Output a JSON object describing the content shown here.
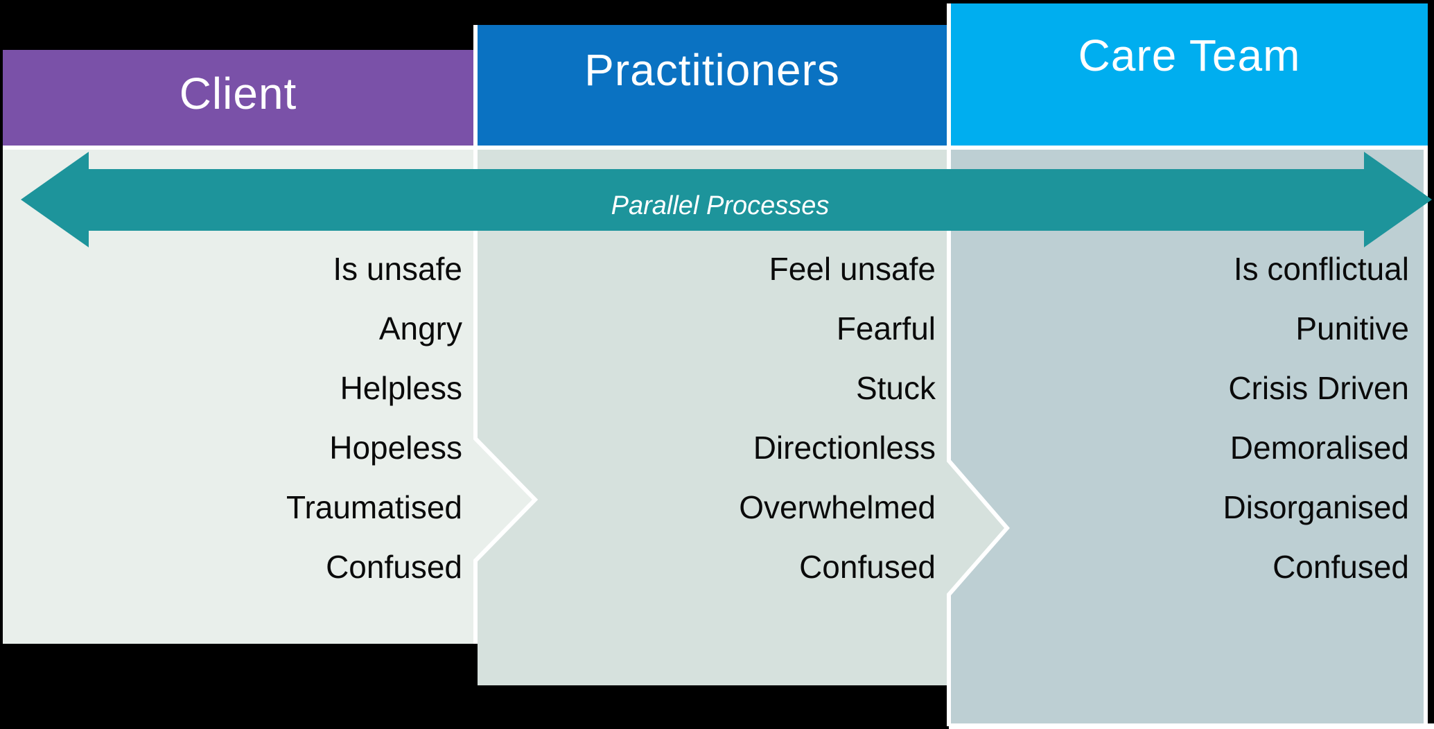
{
  "slide": {
    "background_color": "#000000",
    "outline_color": "#FFFFFF",
    "text_color": "#0A0A0A",
    "arrow": {
      "label": "Parallel Processes",
      "color": "#1D949B",
      "label_color": "#FFFFFF"
    },
    "columns": [
      {
        "title": "Client",
        "header_color": "#7A51A8",
        "header_text_color": "#FFFFFF",
        "panel_color": "#E9EFEB",
        "items": [
          "Is unsafe",
          "Angry",
          "Helpless",
          "Hopeless",
          "Traumatised",
          "Confused"
        ]
      },
      {
        "title": "Practitioners",
        "header_color": "#0A72C2",
        "header_text_color": "#FFFFFF",
        "panel_color": "#D6E1DD",
        "items": [
          "Feel unsafe",
          "Fearful",
          "Stuck",
          "Directionless",
          "Overwhelmed",
          "Confused"
        ]
      },
      {
        "title": "Care Team",
        "header_color": "#00AEEF",
        "header_text_color": "#FFFFFF",
        "panel_color": "#BDCFD3",
        "items": [
          "Is conflictual",
          "Punitive",
          "Crisis Driven",
          "Demoralised",
          "Disorganised",
          "Confused"
        ]
      }
    ]
  }
}
